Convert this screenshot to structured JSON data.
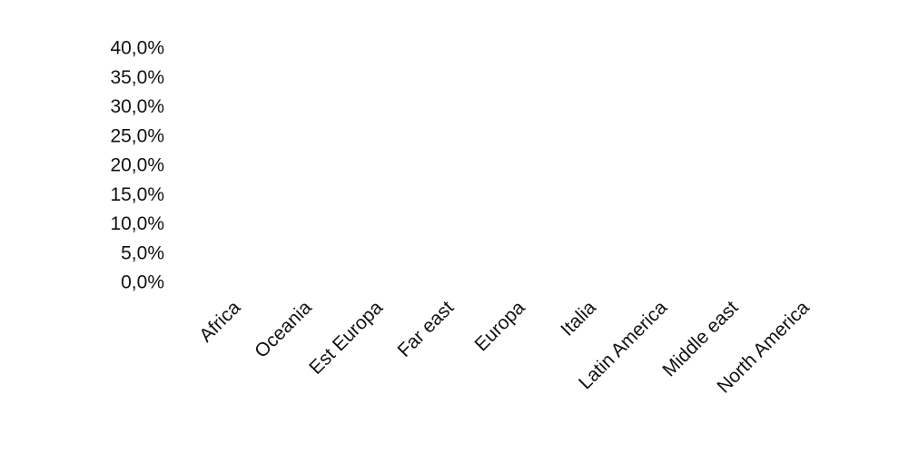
{
  "chart_data": {
    "type": "bar",
    "title": "",
    "xlabel": "",
    "ylabel": "",
    "categories": [
      "Africa",
      "Oceania",
      "Est Europa",
      "Far east",
      "Europa",
      "Italia",
      "Latin America",
      "Middle east",
      "North America"
    ],
    "values": [
      0,
      0,
      0,
      0,
      0,
      0,
      0,
      0,
      0
    ],
    "ylim": [
      0,
      40
    ],
    "y_ticks": [
      0,
      5,
      10,
      15,
      20,
      25,
      30,
      35,
      40
    ],
    "y_tick_labels": [
      "0,0%",
      "5,0%",
      "10,0%",
      "15,0%",
      "20,0%",
      "25,0%",
      "30,0%",
      "35,0%",
      "40,0%"
    ],
    "grid": false,
    "legend": "none",
    "x_label_rotation_deg": -45,
    "colors": {
      "text": "#111111",
      "bar": "#4f81bd"
    }
  }
}
